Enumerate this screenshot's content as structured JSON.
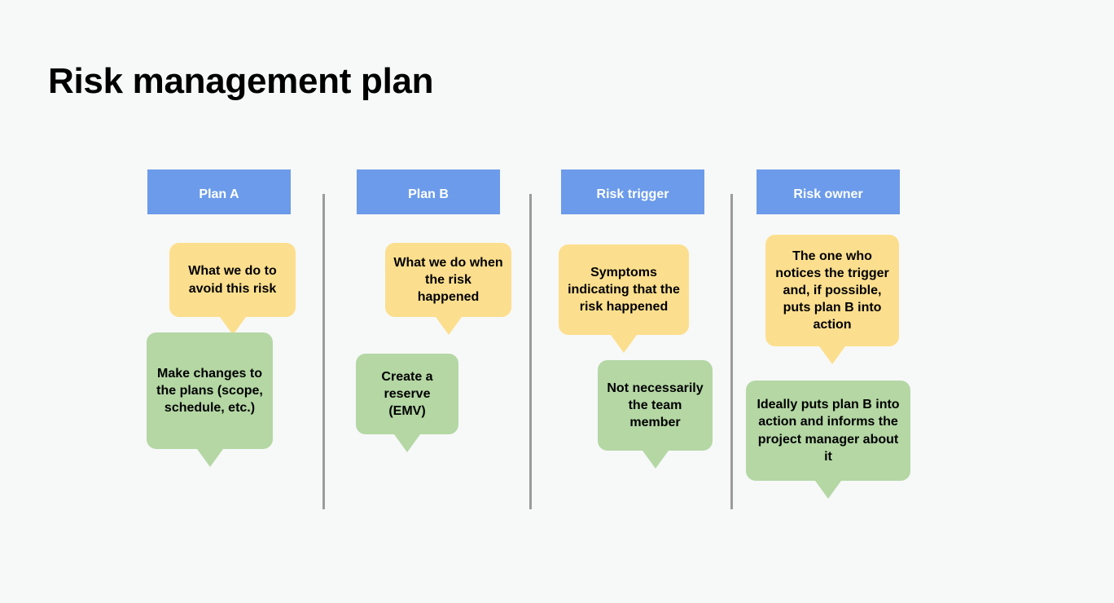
{
  "slide": {
    "title": "Risk management plan",
    "background_color": "#f7f8f8",
    "header_color": "#6b9bea",
    "bubble_yellow_color": "#fcdf8e",
    "bubble_green_color": "#b4d7a4",
    "divider_color": "#9b9b9b"
  },
  "columns": [
    {
      "header": "Plan A",
      "yellow_bubble": "What we do to avoid this risk",
      "green_bubble": "Make changes to the plans (scope, schedule, etc.)"
    },
    {
      "header": "Plan B",
      "yellow_bubble": "What we do when the risk happened",
      "green_bubble": "Create a reserve (EMV)"
    },
    {
      "header": "Risk trigger",
      "yellow_bubble": "Symptoms indicating that the risk happened",
      "green_bubble": "Not necessarily the team member"
    },
    {
      "header": "Risk owner",
      "yellow_bubble": "The one who notices the trigger and, if possible, puts plan B into action",
      "green_bubble": "Ideally puts plan B into action and informs the project manager about it"
    }
  ]
}
